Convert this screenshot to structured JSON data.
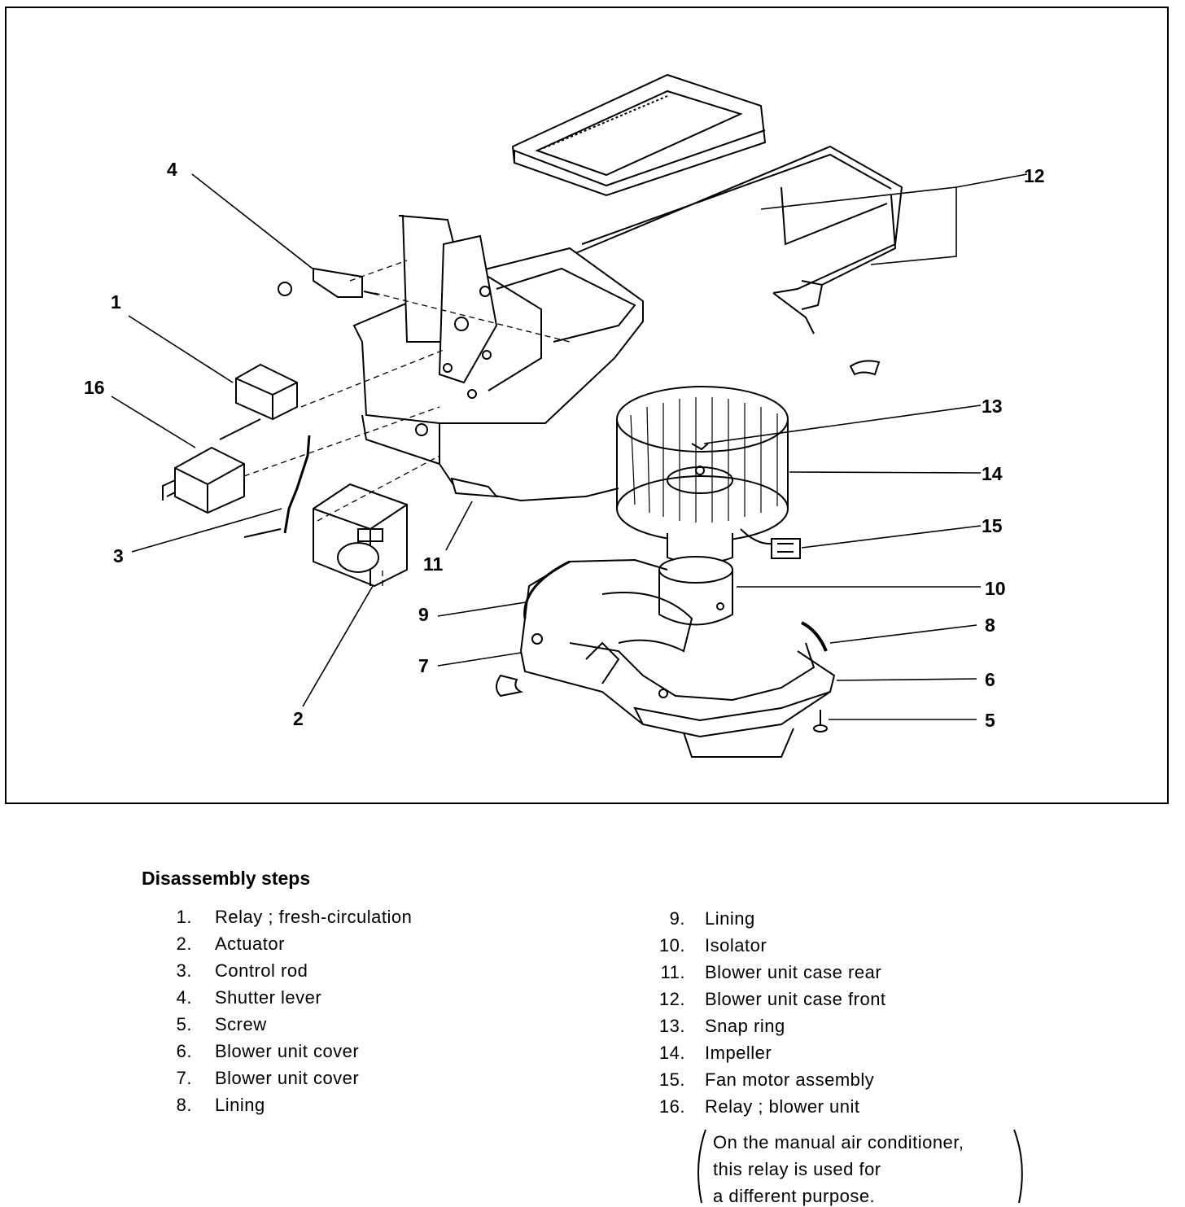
{
  "figure": {
    "callouts": [
      "1",
      "2",
      "3",
      "4",
      "5",
      "6",
      "7",
      "8",
      "9",
      "10",
      "11",
      "12",
      "13",
      "14",
      "15",
      "16"
    ]
  },
  "steps": {
    "heading": "Disassembly steps",
    "left": [
      {
        "num": "1.",
        "label": "Relay ; fresh-circulation"
      },
      {
        "num": "2.",
        "label": "Actuator"
      },
      {
        "num": "3.",
        "label": "Control rod"
      },
      {
        "num": "4.",
        "label": "Shutter lever"
      },
      {
        "num": "5.",
        "label": "Screw"
      },
      {
        "num": "6.",
        "label": "Blower unit cover"
      },
      {
        "num": "7.",
        "label": "Blower unit cover"
      },
      {
        "num": "8.",
        "label": "Lining"
      }
    ],
    "right": [
      {
        "num": "9.",
        "label": "Lining"
      },
      {
        "num": "10.",
        "label": "Isolator"
      },
      {
        "num": "11.",
        "label": "Blower unit case rear"
      },
      {
        "num": "12.",
        "label": "Blower unit case front"
      },
      {
        "num": "13.",
        "label": "Snap ring"
      },
      {
        "num": "14.",
        "label": "Impeller"
      },
      {
        "num": "15.",
        "label": "Fan motor assembly"
      },
      {
        "num": "16.",
        "label": "Relay ; blower unit"
      }
    ],
    "note": [
      "On the manual air conditioner,",
      "this relay is used for",
      "a different purpose."
    ]
  }
}
